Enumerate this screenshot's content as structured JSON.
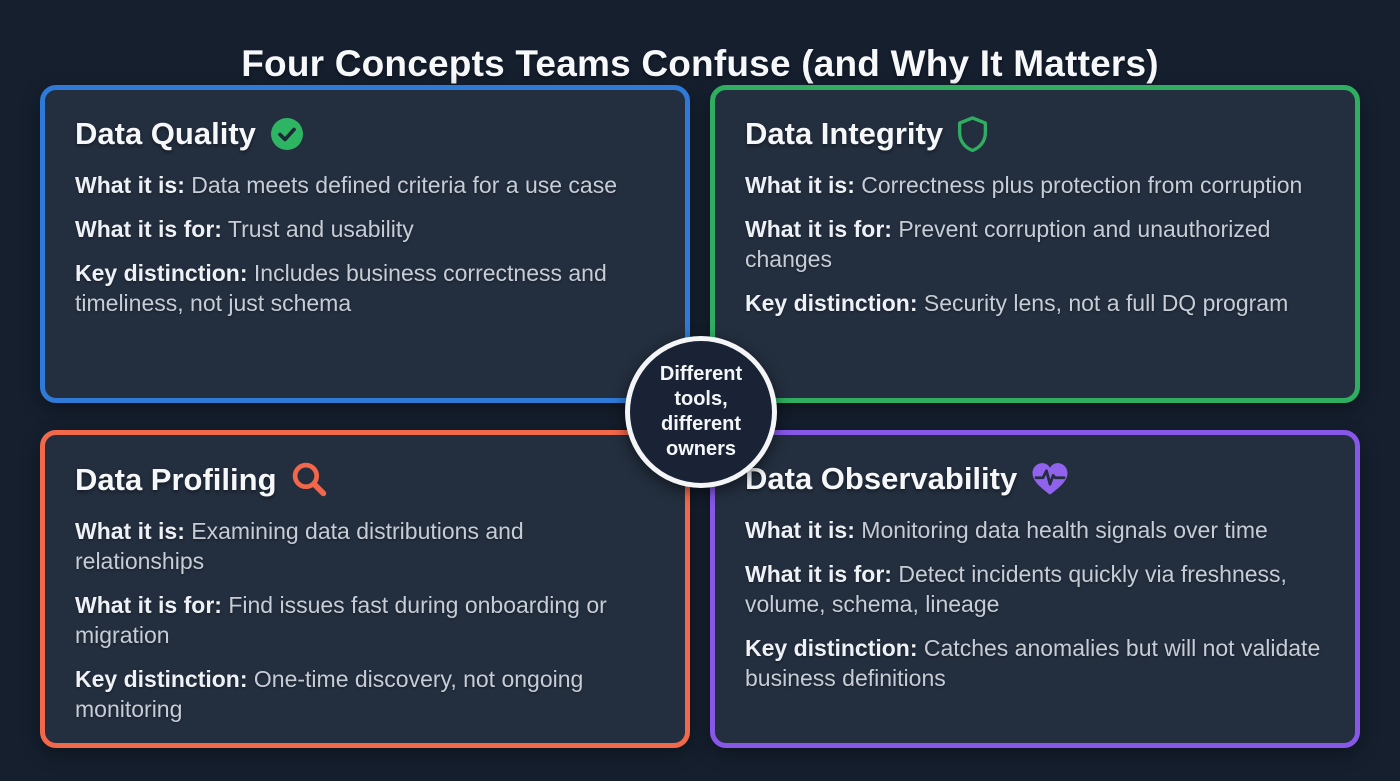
{
  "page": {
    "title": "Four Concepts Teams Confuse (and Why It Matters)",
    "background_color": "#151f2e",
    "card_background_color": "#232e3e"
  },
  "center_badge": {
    "lines": [
      "Different",
      "tools,",
      "different",
      "owners"
    ],
    "fill_color": "#1a2335",
    "ring_color": "#f4f5f7"
  },
  "cards": [
    {
      "title": "Data Quality",
      "icon": "check-circle-icon",
      "accent": "#2e7ad6",
      "icon_color": "#2db563",
      "rows": [
        {
          "label": "What it is:",
          "text": "Data meets defined criteria for a use case"
        },
        {
          "label": "What it is for:",
          "text": "Trust and usability"
        },
        {
          "label": "Key distinction:",
          "text": "Includes business correctness and timeliness, not just schema"
        }
      ]
    },
    {
      "title": "Data Integrity",
      "icon": "shield-icon",
      "accent": "#2fae62",
      "icon_color": "#2fae62",
      "rows": [
        {
          "label": "What it is:",
          "text": "Correctness plus protection from corruption"
        },
        {
          "label": "What it is for:",
          "text": "Prevent corruption and unauthorized changes"
        },
        {
          "label": "Key distinction:",
          "text": "Security lens, not a full DQ program"
        }
      ]
    },
    {
      "title": "Data Profiling",
      "icon": "magnifier-icon",
      "accent": "#f2684a",
      "icon_color": "#f2674b",
      "rows": [
        {
          "label": "What it is:",
          "text": "Examining data distributions and relationships"
        },
        {
          "label": "What it is for:",
          "text": "Find issues fast during onboarding or migration"
        },
        {
          "label": "Key distinction:",
          "text": "One-time discovery, not ongoing monitoring"
        }
      ]
    },
    {
      "title": "Data Observability",
      "icon": "heart-pulse-icon",
      "accent": "#8757e8",
      "icon_color": "#9163ec",
      "rows": [
        {
          "label": "What it is:",
          "text": "Monitoring data health signals over time"
        },
        {
          "label": "What it is for:",
          "text": "Detect incidents quickly via freshness, volume, schema, lineage"
        },
        {
          "label": "Key distinction:",
          "text": "Catches anomalies but will not validate business definitions"
        }
      ]
    }
  ]
}
